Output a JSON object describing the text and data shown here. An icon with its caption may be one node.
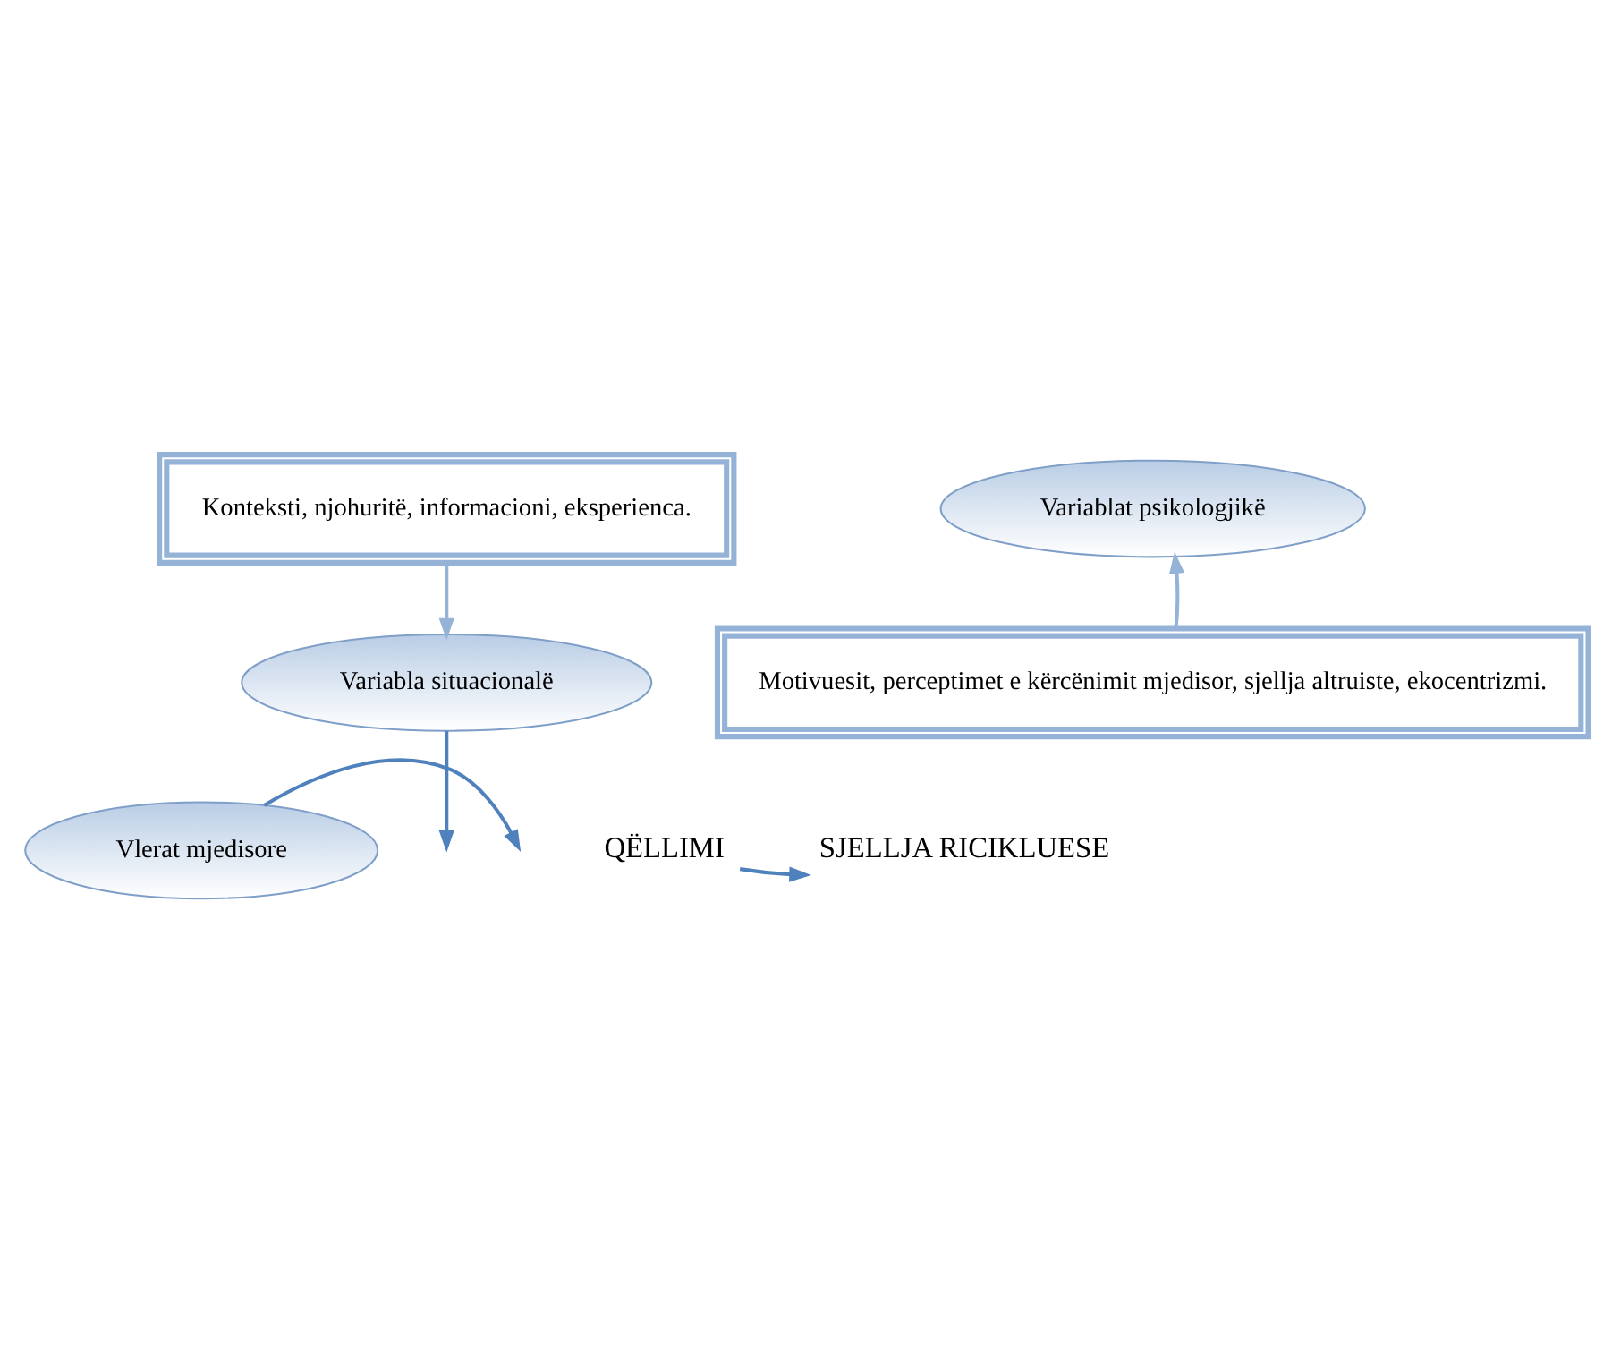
{
  "diagram": {
    "nodes": [
      {
        "text": [
          "Konteksti, njohuritë, informacioni, eksperienca."
        ]
      },
      {
        "text": [
          "Variabla situacionalë"
        ]
      },
      {
        "text": [
          "Vlerat mjedisore"
        ]
      },
      {
        "text": [
          "QËLLIMI"
        ]
      },
      {
        "text": [
          "SJELLJA RICIKLUESE"
        ]
      },
      {
        "text": [
          "Variablat psikologjikë"
        ]
      },
      {
        "text": [
          "Motivuesit, perceptimet e kërcënimit mjedisor, sjellja altruiste, ekocentrizmi."
        ]
      }
    ],
    "edges": [
      {
        "from": 0,
        "to": 1,
        "arrow": "to",
        "color": "#95b3d7"
      },
      {
        "from": 1,
        "to": null,
        "arrow": "to"
      },
      {
        "from": 2,
        "to": null,
        "arrow": "to"
      },
      {
        "from": 3,
        "to": 4,
        "arrow": "to"
      },
      {
        "from": 6,
        "to": 5,
        "arrow": "to",
        "color": "#95b3d7"
      }
    ]
  }
}
